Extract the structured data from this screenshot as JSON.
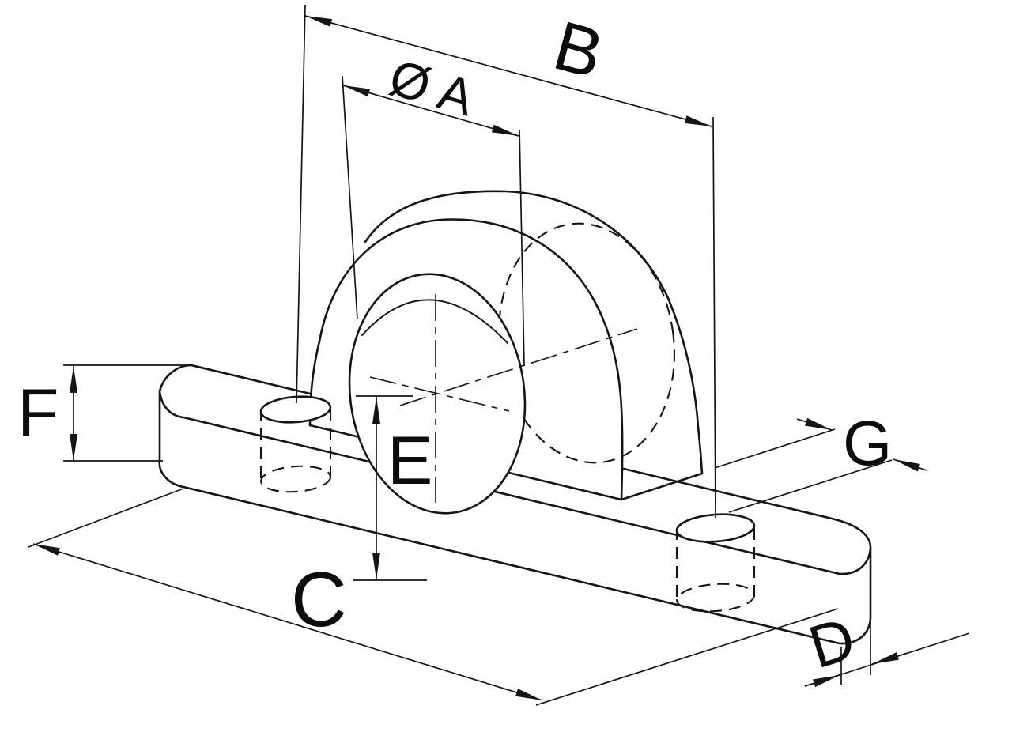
{
  "page": {
    "background": "#ffffff",
    "line_color": "#151515"
  },
  "drawing": {
    "description": "isometric technical drawing of a pillow block mounting bracket with dimension callouts",
    "labels": {
      "b": "B",
      "diameter_a": "Ø A",
      "f": "F",
      "e": "E",
      "g": "G",
      "c": "C",
      "d": "D"
    }
  }
}
